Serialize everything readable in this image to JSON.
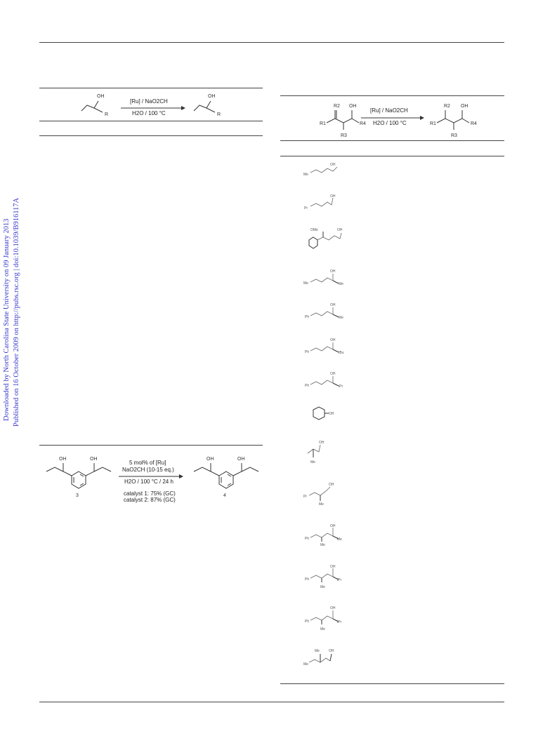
{
  "side_note": {
    "downloaded": "Downloaded by North Carolina State University on 09 January 2013",
    "published": "Published on 16 October 2009 on http://pubs.rsc.org | doi:10.1039/B916117A"
  },
  "scheme1": {
    "reagents": "[Ru] / NaO2CH",
    "conditions": "H2O / 100 °C",
    "sm_oh": "OH",
    "sm_r": "R",
    "prod_oh": "OH",
    "prod_r": "R"
  },
  "scheme2": {
    "line1": "5 mol% of [Ru]",
    "line2": "NaO2CH (10-15 eq.)",
    "line3": "H2O / 100 °C / 24 h",
    "line4": "catalyst 1: 75% (GC)",
    "line5": "catalyst 2: 87% (GC)",
    "compound_sm": "3",
    "compound_prod": "4",
    "oh": "OH"
  },
  "scheme3": {
    "reagents": "[Ru] / NaO2CH",
    "conditions": "H2O / 100 °C",
    "labels": [
      "R2",
      "OH",
      "R1",
      "R4",
      "R3"
    ]
  },
  "substrates": [
    {
      "labels": [
        "OH",
        "Me"
      ]
    },
    {
      "labels": [
        "OH",
        "Pr"
      ]
    },
    {
      "labels": [
        "OMe",
        "OH"
      ]
    },
    {
      "labels": [
        "OH",
        "Me",
        "Me"
      ]
    },
    {
      "labels": [
        "OH",
        "Ph",
        "Me"
      ]
    },
    {
      "labels": [
        "OH",
        "Ph",
        "tBu"
      ]
    },
    {
      "labels": [
        "OH",
        "Ph",
        "iPr"
      ]
    },
    {
      "labels": [
        "OH"
      ]
    },
    {
      "labels": [
        "OH",
        "Me"
      ]
    },
    {
      "labels": [
        "OH",
        "Pr",
        "Me"
      ]
    },
    {
      "labels": [
        "OH",
        "Ph",
        "Me",
        "Me"
      ]
    },
    {
      "labels": [
        "OH",
        "Ph",
        "Me",
        "iPr"
      ]
    },
    {
      "labels": [
        "OH",
        "Ph",
        "Me",
        "iPr"
      ]
    },
    {
      "labels": [
        "Me",
        "OH",
        "Me"
      ]
    }
  ]
}
